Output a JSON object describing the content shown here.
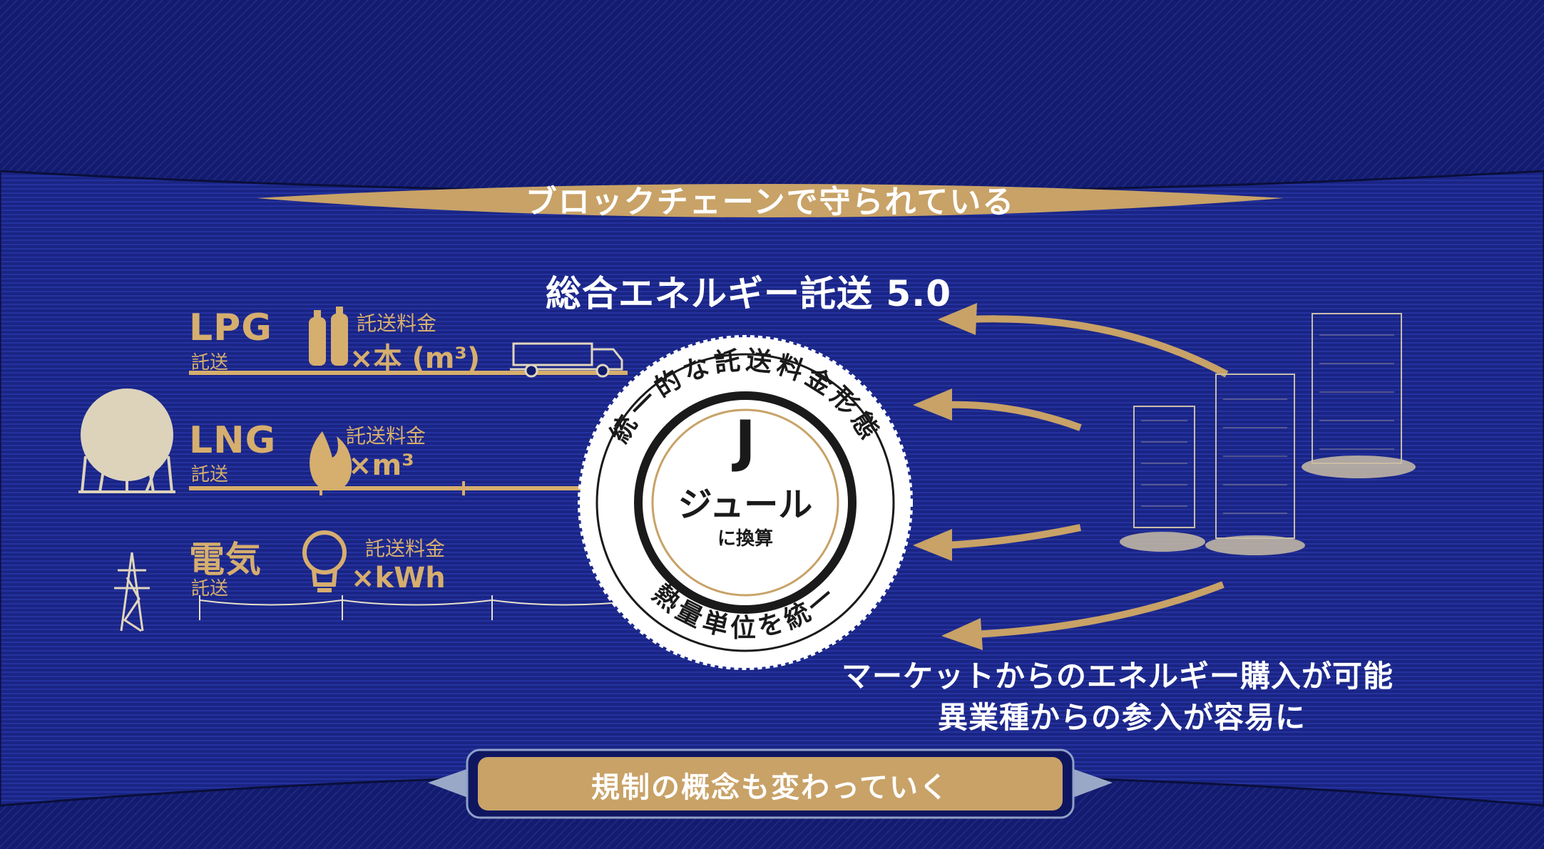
{
  "banner_top": "ブロックチェーンで守られている",
  "banner_bottom": "規制の概念も変わっていく",
  "main_title": "総合エネルギー託送 5.0",
  "energies": [
    {
      "name": "LPG",
      "sub": "託送",
      "fee_label": "託送料金",
      "unit": "×本 (m³)",
      "icon": "gas-cylinder-icon"
    },
    {
      "name": "LNG",
      "sub": "託送",
      "fee_label": "託送料金",
      "unit": "×m³",
      "icon": "flame-icon"
    },
    {
      "name": "電気",
      "sub": "託送",
      "fee_label": "託送料金",
      "unit": "×kWh",
      "icon": "light-bulb-icon"
    }
  ],
  "seal": {
    "letter": "J",
    "unit_name": "ジュール",
    "sub": "に換算",
    "ring_top": "統一的な託送料金形態",
    "ring_bottom": "熱量単位を統一"
  },
  "market_text": [
    "マーケットからのエネルギー購入が可能",
    "異業種からの参入が容易に"
  ],
  "colors": {
    "background": "#121a6b",
    "gold": "#d6ae6e",
    "white": "#ffffff",
    "dark": "#1a1a1a"
  }
}
